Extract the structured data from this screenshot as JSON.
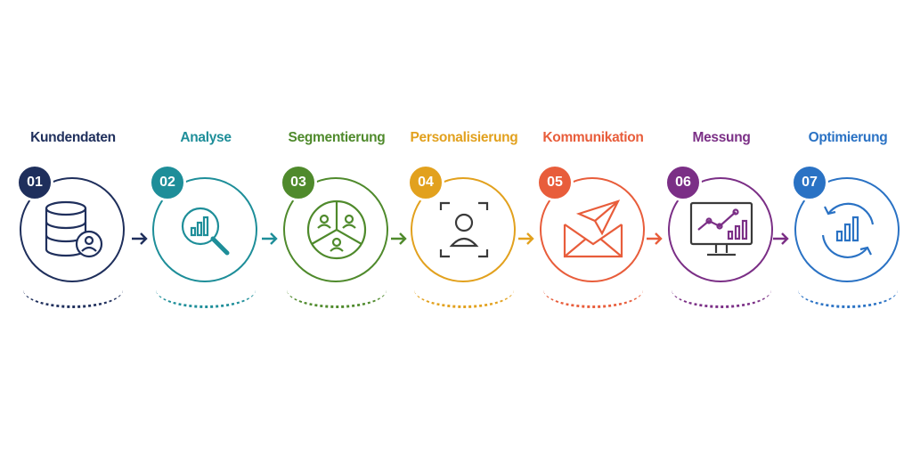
{
  "steps": [
    {
      "number": "01",
      "title": "Kundendaten",
      "color": "#1f2f5c",
      "icon": "database-user-icon"
    },
    {
      "number": "02",
      "title": "Analyse",
      "color": "#1e8e99",
      "icon": "magnifier-chart-icon"
    },
    {
      "number": "03",
      "title": "Segmentierung",
      "color": "#4f8a2c",
      "icon": "segmented-pie-users-icon"
    },
    {
      "number": "04",
      "title": "Personalisierung",
      "color": "#e2a11e",
      "icon": "user-focus-frame-icon"
    },
    {
      "number": "05",
      "title": "Kommunikation",
      "color": "#e85d3b",
      "icon": "envelope-paper-plane-icon"
    },
    {
      "number": "06",
      "title": "Messung",
      "color": "#7b2f86",
      "icon": "monitor-chart-icon"
    },
    {
      "number": "07",
      "title": "Optimierung",
      "color": "#2a72c4",
      "icon": "cycle-chart-icon"
    }
  ]
}
